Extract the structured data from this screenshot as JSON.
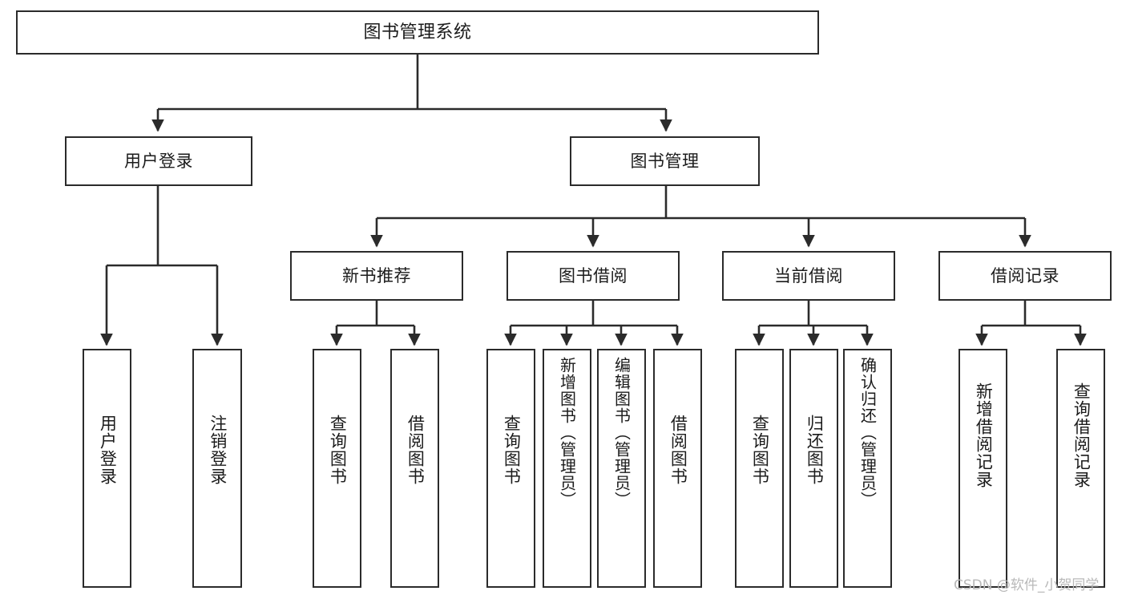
{
  "diagram": {
    "title": "图书管理系统",
    "type": "hierarchy-tree",
    "watermark": "CSDN @软件_小贺同学",
    "colors": {
      "box_border": "#2b2b2b",
      "box_fill": "#ffffff",
      "connector": "#2b2b2b",
      "text": "#1b1b1b",
      "watermark": "#b9b9b9",
      "background": "#ffffff"
    },
    "root": {
      "label": "图书管理系统"
    },
    "level2": [
      {
        "label": "用户登录"
      },
      {
        "label": "图书管理"
      }
    ],
    "level3": [
      {
        "label": "新书推荐"
      },
      {
        "label": "图书借阅"
      },
      {
        "label": "当前借阅"
      },
      {
        "label": "借阅记录"
      }
    ],
    "leaves": [
      {
        "label": "用户登录",
        "parent": "用户登录"
      },
      {
        "label": "注销登录",
        "parent": "用户登录"
      },
      {
        "label": "查询图书",
        "parent": "新书推荐"
      },
      {
        "label": "借阅图书",
        "parent": "新书推荐"
      },
      {
        "label": "查询图书",
        "parent": "图书借阅"
      },
      {
        "label": "新增图书（管理员）",
        "parent": "图书借阅"
      },
      {
        "label": "编辑图书（管理员）",
        "parent": "图书借阅"
      },
      {
        "label": "借阅图书",
        "parent": "图书借阅"
      },
      {
        "label": "查询图书",
        "parent": "当前借阅"
      },
      {
        "label": "归还图书",
        "parent": "当前借阅"
      },
      {
        "label": "确认归还（管理员）",
        "parent": "当前借阅"
      },
      {
        "label": "新增借阅记录",
        "parent": "借阅记录"
      },
      {
        "label": "查询借阅记录",
        "parent": "借阅记录"
      }
    ]
  }
}
